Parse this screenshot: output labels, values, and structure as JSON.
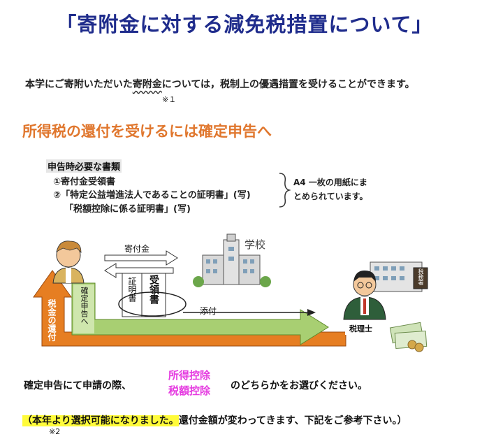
{
  "title": "「寄附金に対する減免税措置について」",
  "intro": {
    "before": "本学にご寄附いただいた",
    "emph": "寄附金",
    "after": "については，税制上の優遇措置を受けることができます。",
    "note": "※１"
  },
  "heading": "所得税の還付を受けるには確定申告へ",
  "documents": {
    "header": "申告時必要な書類",
    "items": [
      "①寄付金受領書",
      "②「特定公益増進法人であることの証明書」(写)",
      "「税額控除に係る証明書」(写)"
    ],
    "note_line1": "A4 一枚の用紙にま",
    "note_line2": "とめられています。"
  },
  "diagram": {
    "donation_label": "寄付金",
    "school_label": "学校",
    "certificate": "証明書",
    "receipt": "受領書",
    "attach_label": "添付",
    "declare_label": "確定申告へ",
    "refund_label": "税金の還付",
    "accountant_label": "税理士",
    "building_sign": "税務署"
  },
  "bottom": {
    "prefix": "確定申告にて申請の際、",
    "option1": "所得控除",
    "option2": "税額控除",
    "suffix": "のどちらかをお選びください。",
    "line2_highlight": "（本年より選択可能になりました。",
    "line2_rest": "還付金額が変わってきます、下記をご参考下さい。）",
    "note": "※2"
  },
  "colors": {
    "title": "#1f2c8c",
    "heading": "#e0772e",
    "choice": "#e53be0",
    "highlight": "#fffb3a",
    "green_arrow": "#8fbf5a",
    "orange_arrow": "#e67e22"
  }
}
